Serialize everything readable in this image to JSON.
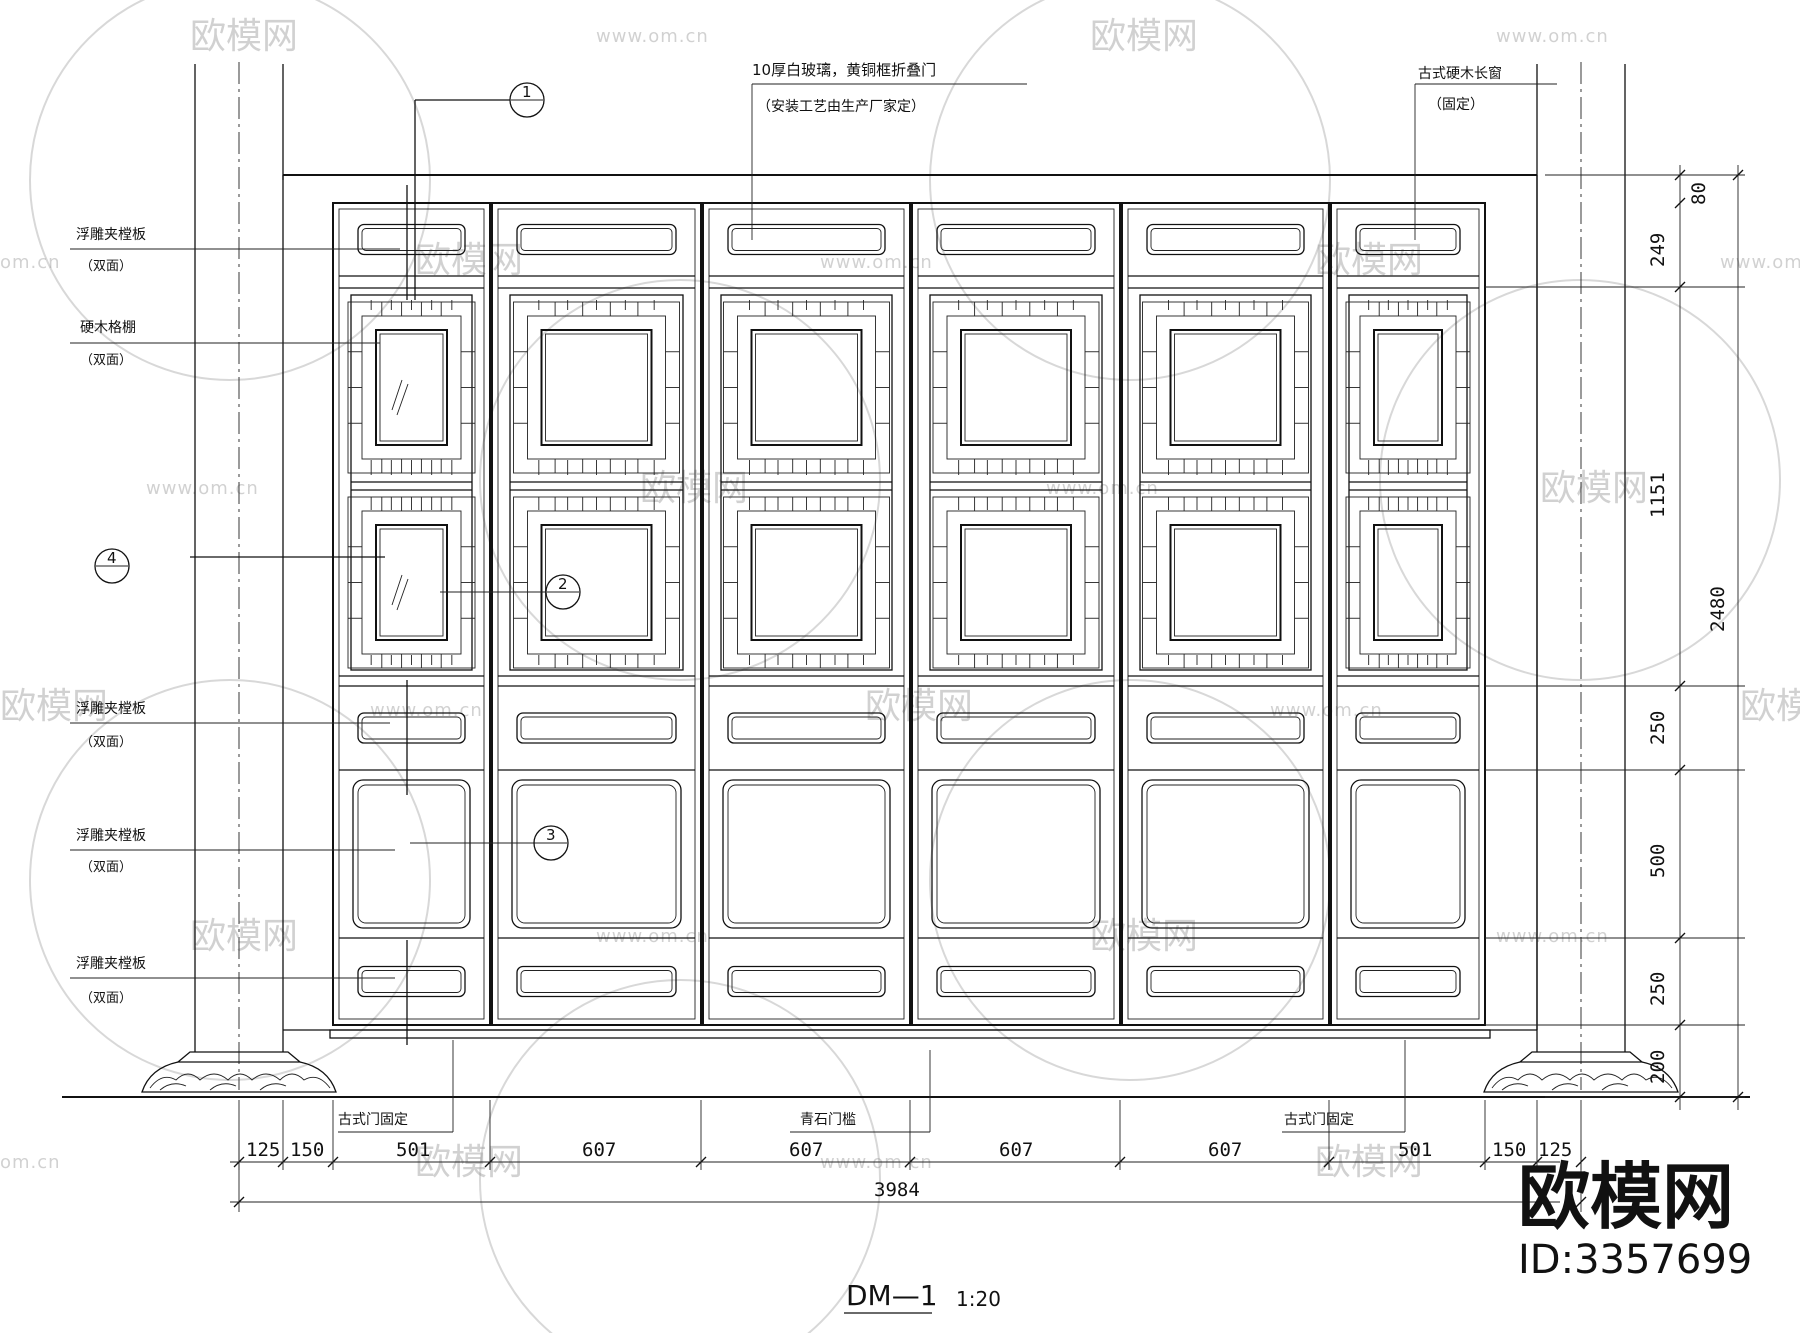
{
  "annotations": {
    "top_center_line1": "10厚白玻璃，黄铜框折叠门",
    "top_center_line2": "（安装工艺由生产厂家定）",
    "top_right_line1": "古式硬木长窗",
    "top_right_line2": "（固定）",
    "left_labels": [
      {
        "line1": "浮雕夹樘板",
        "line2": "（双面）"
      },
      {
        "line1": "硬木格棚",
        "line2": "（双面）"
      },
      {
        "line1": "浮雕夹樘板",
        "line2": "（双面）"
      },
      {
        "line1": "浮雕夹樘板",
        "line2": "（双面）"
      },
      {
        "line1": "浮雕夹樘板",
        "line2": "（双面）"
      }
    ],
    "bottom_labels": [
      "古式门固定",
      "青石门槛",
      "古式门固定"
    ]
  },
  "callouts": [
    "1",
    "2",
    "3",
    "4"
  ],
  "horizontal_dims": [
    "125",
    "150",
    "501",
    "607",
    "607",
    "607",
    "607",
    "501",
    "150",
    "125"
  ],
  "overall_width": "3984",
  "vertical_dims": [
    "80",
    "249",
    "1151",
    "250",
    "500",
    "250",
    "200"
  ],
  "overall_height": "2480",
  "title": {
    "code": "DM—1",
    "scale": "1:20"
  },
  "watermark": {
    "brand": "欧模网",
    "site": "www.om.cn",
    "site_short": "om.cn",
    "id": "ID:3357699"
  }
}
